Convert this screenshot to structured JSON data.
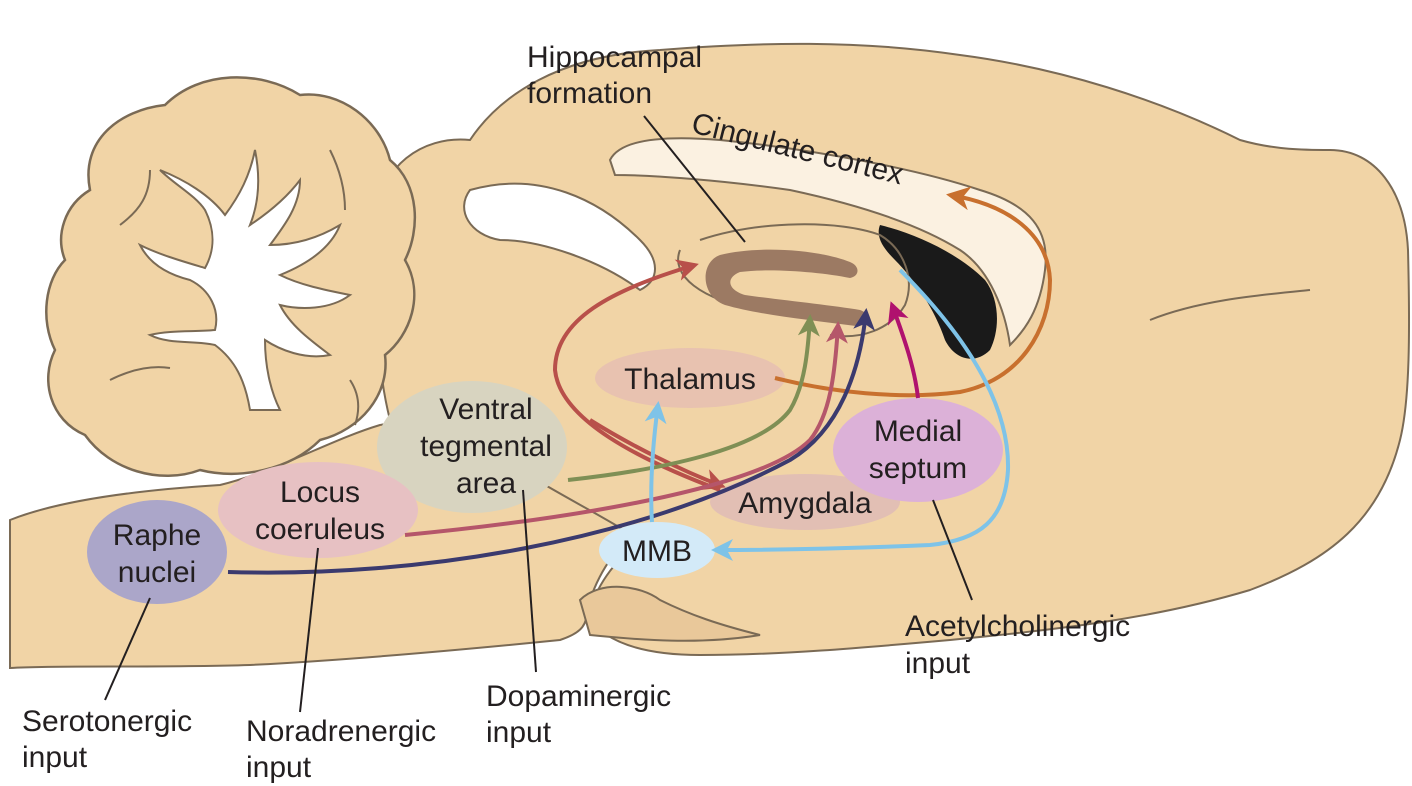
{
  "labels": {
    "hippocampal_formation": [
      "Hippocampal",
      "formation"
    ],
    "cingulate_cortex": "Cingulate cortex",
    "thalamus": "Thalamus",
    "vta": [
      "Ventral",
      "tegmental",
      "area"
    ],
    "locus_coeruleus": [
      "Locus",
      "coeruleus"
    ],
    "raphe_nuclei": [
      "Raphe",
      "nuclei"
    ],
    "amygdala": "Amygdala",
    "mmb": "MMB",
    "medial_septum": [
      "Medial",
      "septum"
    ]
  },
  "inputs": {
    "serotonergic": [
      "Serotonergic",
      "input"
    ],
    "noradrenergic": [
      "Noradrenergic",
      "input"
    ],
    "dopaminergic": [
      "Dopaminergic",
      "input"
    ],
    "acetylcholinergic": [
      "Acetylcholinergic",
      "input"
    ]
  },
  "colors": {
    "brain_fill": "#f1d4a6",
    "brain_stroke": "#7a6a55",
    "serotonergic": "#3b3a6e",
    "noradrenergic": "#b5566a",
    "dopaminergic": "#7f8f55",
    "acetylcholinergic": "#b0126e",
    "cholinergic_septal_loop": "#7ec3e8",
    "thalamic_cingulate": "#c8702e",
    "amygdala_hippocampal": "#b8504a",
    "hippocampus": "#9c7a63",
    "ventricle": "#1a1a1a",
    "raphe_fill": "#aba6c9",
    "locus_fill": "#e7c1c3",
    "vta_fill": "#d8d4c0",
    "thalamus_fill": "#e8c2b0",
    "amygdala_fill": "#e2bfb4",
    "septum_fill": "#dcb1d8",
    "mmb_fill": "#d3eaf8"
  }
}
